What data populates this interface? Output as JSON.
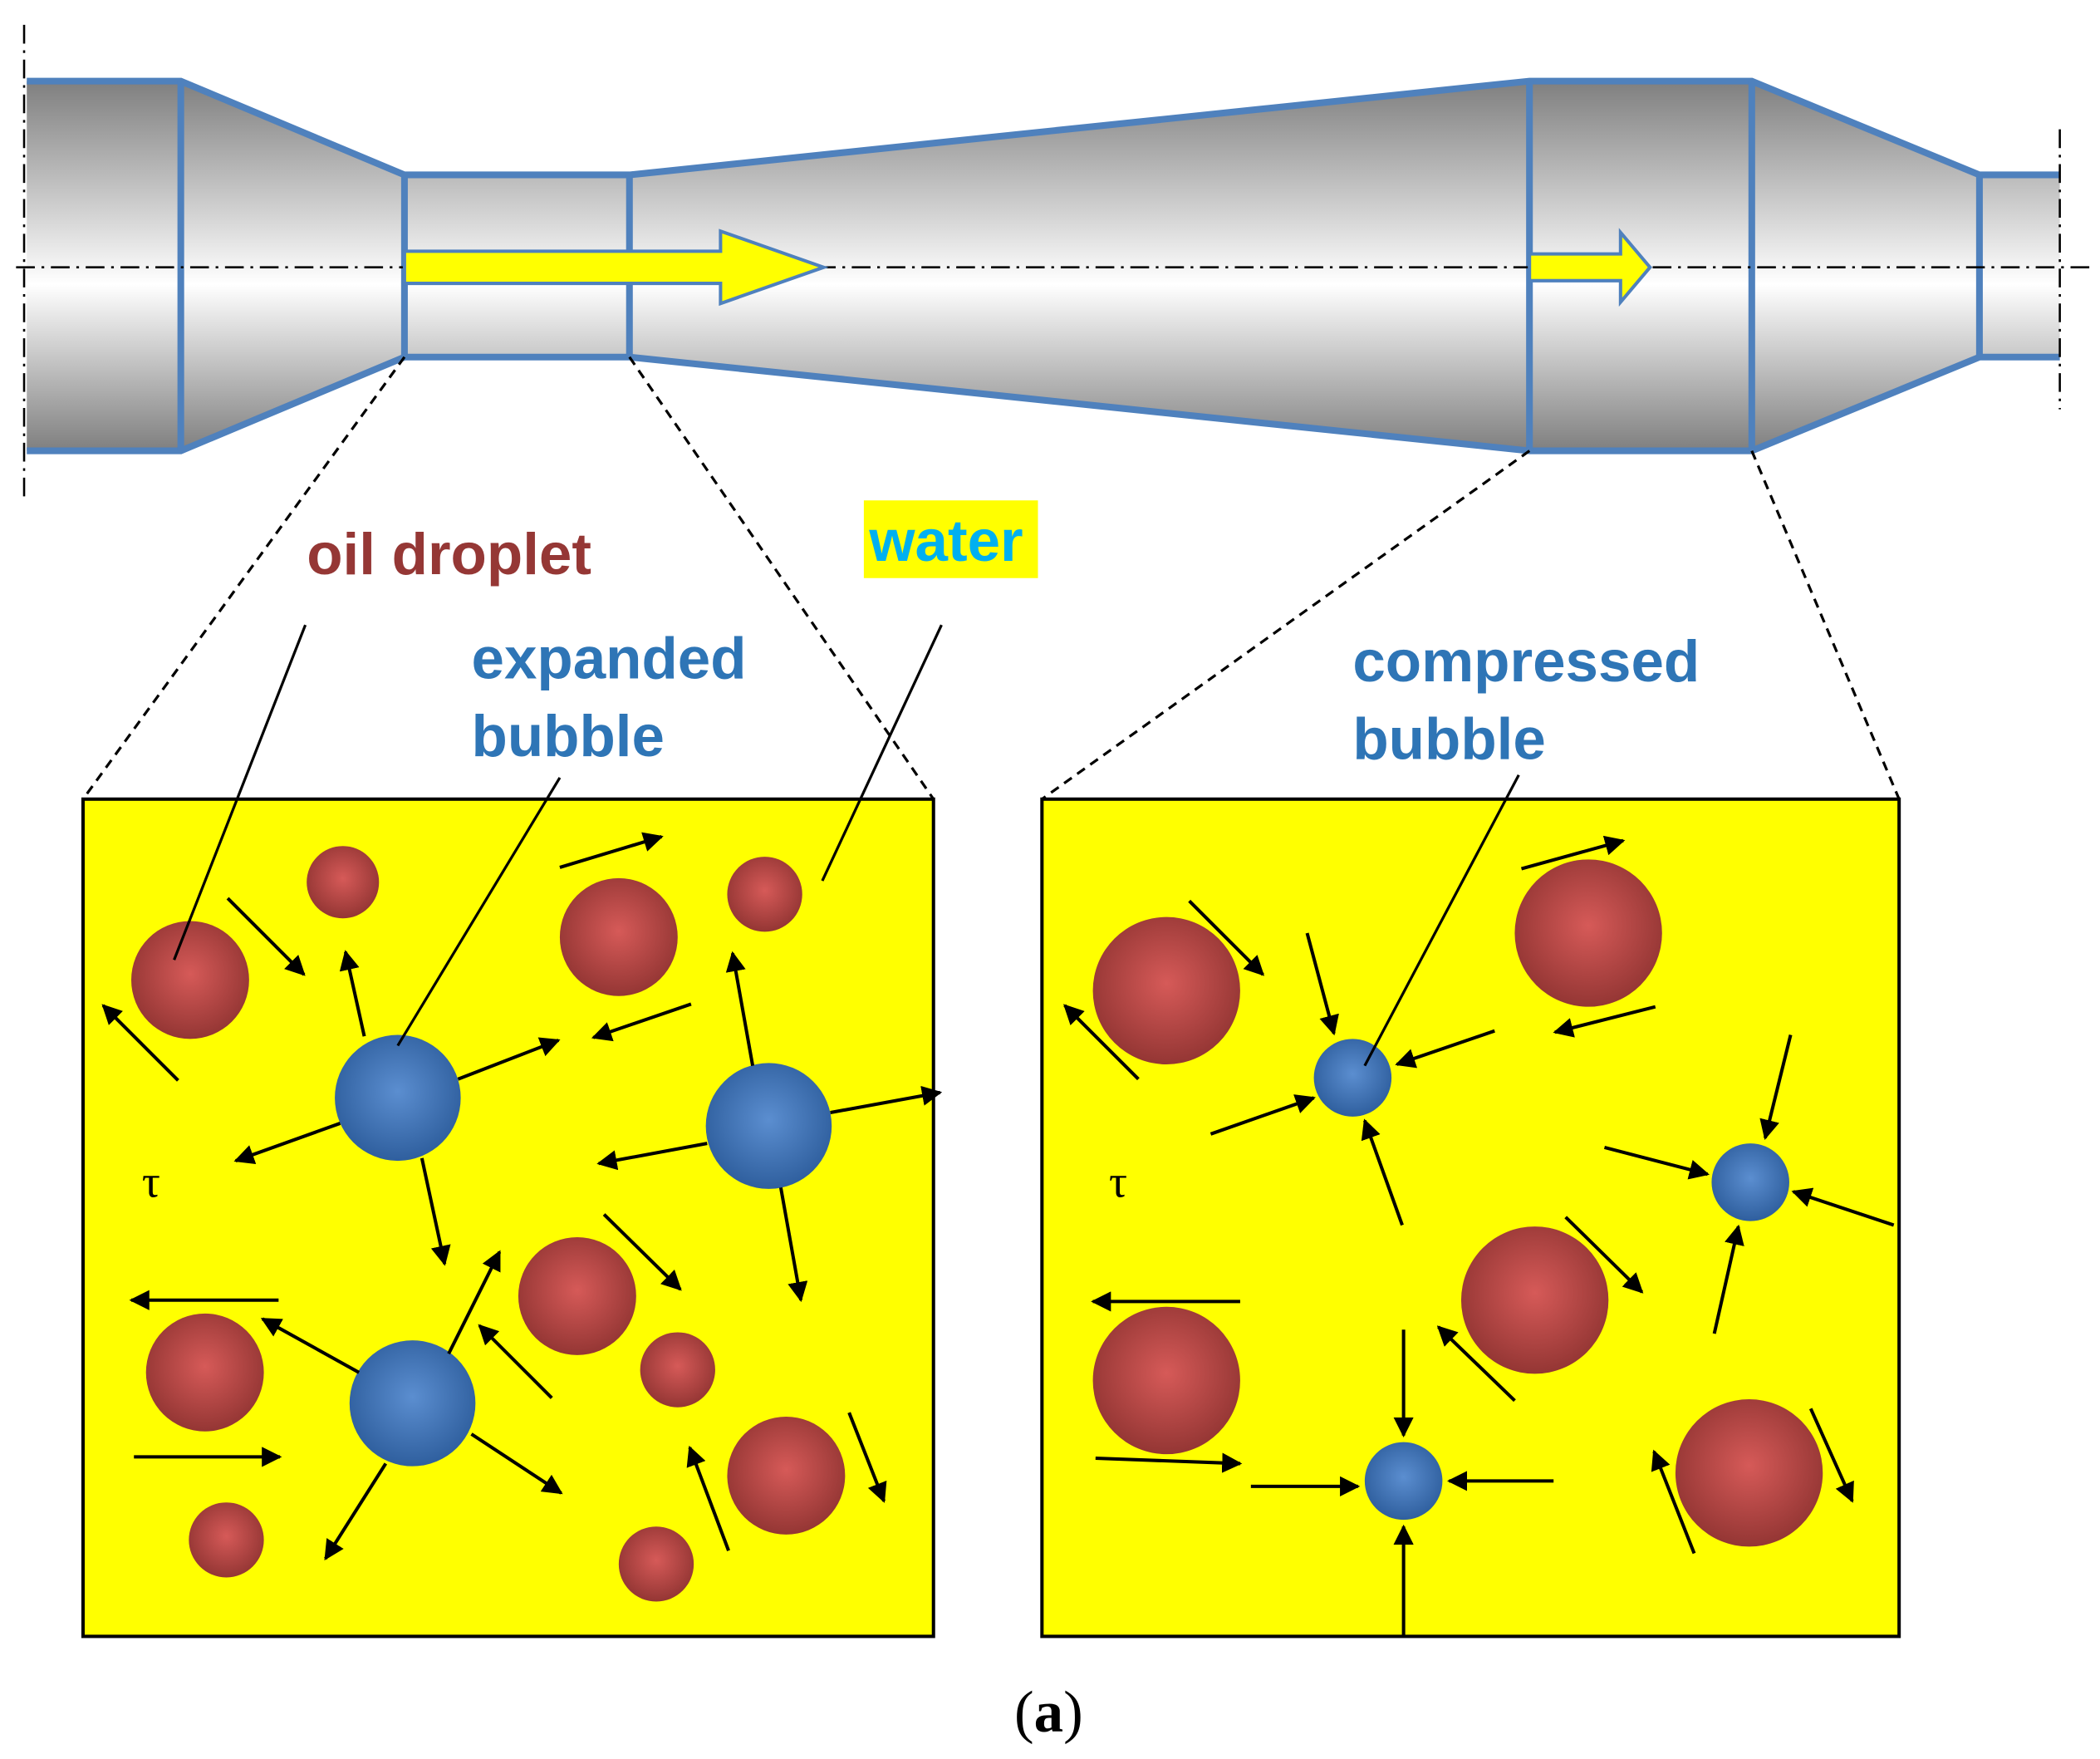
{
  "labels": {
    "oil_droplet": "oil droplet",
    "water": "water",
    "expanded_line1": "expanded",
    "expanded_line2": "bubble",
    "compressed_line1": "compressed",
    "compressed_line2": "bubble",
    "tau_left": "τ",
    "tau_right": "τ",
    "caption_open": "(",
    "caption_letter": "a",
    "caption_close": ")"
  },
  "colors": {
    "pipe_outline": "#4f81bd",
    "flow_arrow": "#ffff00",
    "panel_fill": "#ffff00",
    "oil_droplet": "#c0504d",
    "bubble": "#4f81bd",
    "oil_label": "#953735",
    "bubble_label": "#2e75b6",
    "water_label": "#00b0f0",
    "water_highlight": "#ffff00"
  },
  "icons": {
    "flow_arrow": "flow-direction-arrow-icon",
    "oil_droplet": "oil-droplet-icon",
    "bubble": "gas-bubble-icon",
    "velocity_arrow": "velocity-arrow-icon"
  }
}
